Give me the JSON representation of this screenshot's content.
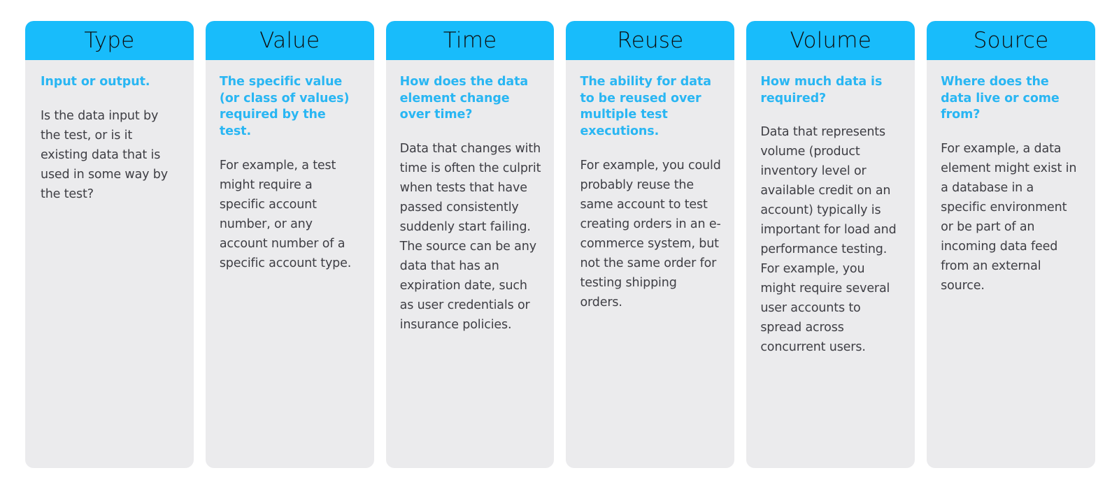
{
  "theme": {
    "accent": "#18bcfb",
    "subtitle_color": "#29b6f3",
    "card_background": "#ebebed",
    "page_background": "#ffffff",
    "body_text_color": "#3e3e44",
    "title_text_color": "#0e0e0e"
  },
  "cards": [
    {
      "title": "Type",
      "subtitle": "Input or output.",
      "text": "Is the data input by the test, or is it existing data that is used in some way by the test?"
    },
    {
      "title": "Value",
      "subtitle": "The specific value (or class of values) required by the test.",
      "text": "For example, a test might require a specific account number, or any account number of a specific account type."
    },
    {
      "title": "Time",
      "subtitle": "How does the data element change over time?",
      "text": "Data that changes with time is often the culprit when tests that have passed consistently suddenly start failing. The source can be any data that has an expiration date, such as user credentials or insurance policies."
    },
    {
      "title": "Reuse",
      "subtitle": "The ability for data to be reused over multiple test executions.",
      "text": "For example, you could probably reuse the same account to test creating orders in an e-commerce system, but not the same order for testing shipping orders."
    },
    {
      "title": "Volume",
      "subtitle": "How much data is required?",
      "text": "Data that represents volume (product inventory level or available credit on an account) typically is important for load and performance testing. For example, you might require several user accounts to spread across concurrent users."
    },
    {
      "title": "Source",
      "subtitle": "Where does the data live or come from?",
      "text": "For example, a data element might exist in a database in a specific environment or be part of an incoming data feed from an external source."
    }
  ]
}
